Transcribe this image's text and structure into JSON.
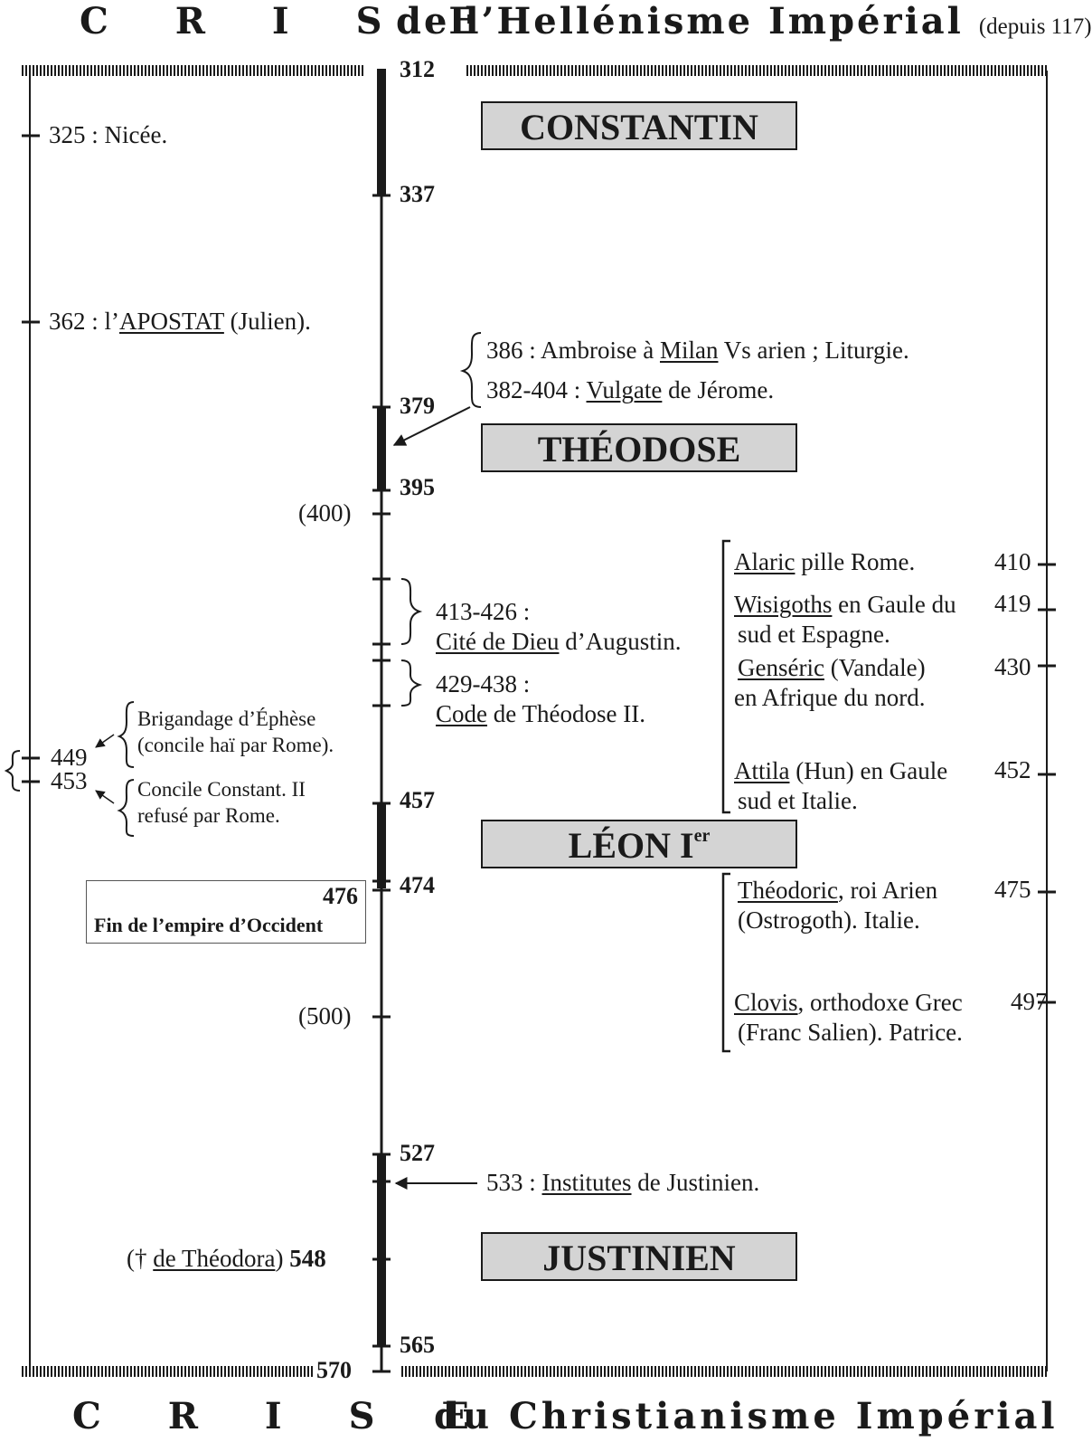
{
  "header": {
    "left": "C R I S E",
    "right": "de l’Hellénisme Impérial",
    "note": "(depuis 117)"
  },
  "footer": {
    "left": "C R I S E",
    "right": "du Christianisme Impérial"
  },
  "years": {
    "y312": "312",
    "y337": "337",
    "y379": "379",
    "y395": "395",
    "y400": "(400)",
    "y457": "457",
    "y474": "474",
    "y500": "(500)",
    "y527": "527",
    "y548": "548",
    "y565": "565",
    "y570": "570"
  },
  "emperors": {
    "constantin": "CONSTANTIN",
    "theodose": "THÉODOSE",
    "leon": "LÉON I",
    "leon_sup": "er",
    "justinien": "JUSTINIEN"
  },
  "left_events": {
    "nicee_a": "325 : Nicée.",
    "apostat_a": "362 : l’",
    "apostat_b": "APOSTAT",
    "apostat_c": " (Julien).",
    "y449": "449",
    "y453": "453",
    "ephese_1": "Brigandage d’Éphèse",
    "ephese_2": "(concile haï par Rome).",
    "const_1": "Concile Constant. II",
    "const_2": "refusé par Rome.",
    "box_year": "476",
    "box_text": "Fin de l’empire d’Occident",
    "theodora_a": "(†",
    "theodora_b": "de Théodora",
    "theodora_c": ")"
  },
  "center_events": {
    "ambroise_a": "386 : Ambroise à ",
    "ambroise_b": "Milan",
    "ambroise_c": " Vs arien ; Liturgie.",
    "vulgate_a": "382-404 : ",
    "vulgate_b": "Vulgate",
    "vulgate_c": " de Jérome.",
    "cite_1": "413-426 :",
    "cite_2a": "Cité de Dieu",
    "cite_2b": " d’Augustin.",
    "code_1": "429-438 :",
    "code_2a": "Code",
    "code_2b": " de Théodose II.",
    "inst_a": "533 : ",
    "inst_b": "Institutes",
    "inst_c": " de Justinien."
  },
  "right_events": {
    "alaric_a": "Alaric",
    "alaric_b": " pille Rome.",
    "y410": "410",
    "wisi_a": "Wisigoths",
    "wisi_b": " en Gaule du",
    "wisi_2": "sud et Espagne.",
    "y419": "419",
    "gens_a": "Genséric",
    "gens_b": " (Vandale)",
    "gens_2": "en Afrique du nord.",
    "y430": "430",
    "attila_a": "Attila",
    "attila_b": " (Hun) en Gaule",
    "attila_2": "sud et Italie.",
    "y452": "452",
    "theodoric_a": "Théodoric",
    "theodoric_b": ", roi Arien",
    "theodoric_2": "(Ostrogoth). Italie.",
    "y475": "475",
    "clovis_a": "Clovis",
    "clovis_b": ", orthodoxe Grec",
    "clovis_2": "(Franc Salien). Patrice.",
    "y497": "497"
  }
}
